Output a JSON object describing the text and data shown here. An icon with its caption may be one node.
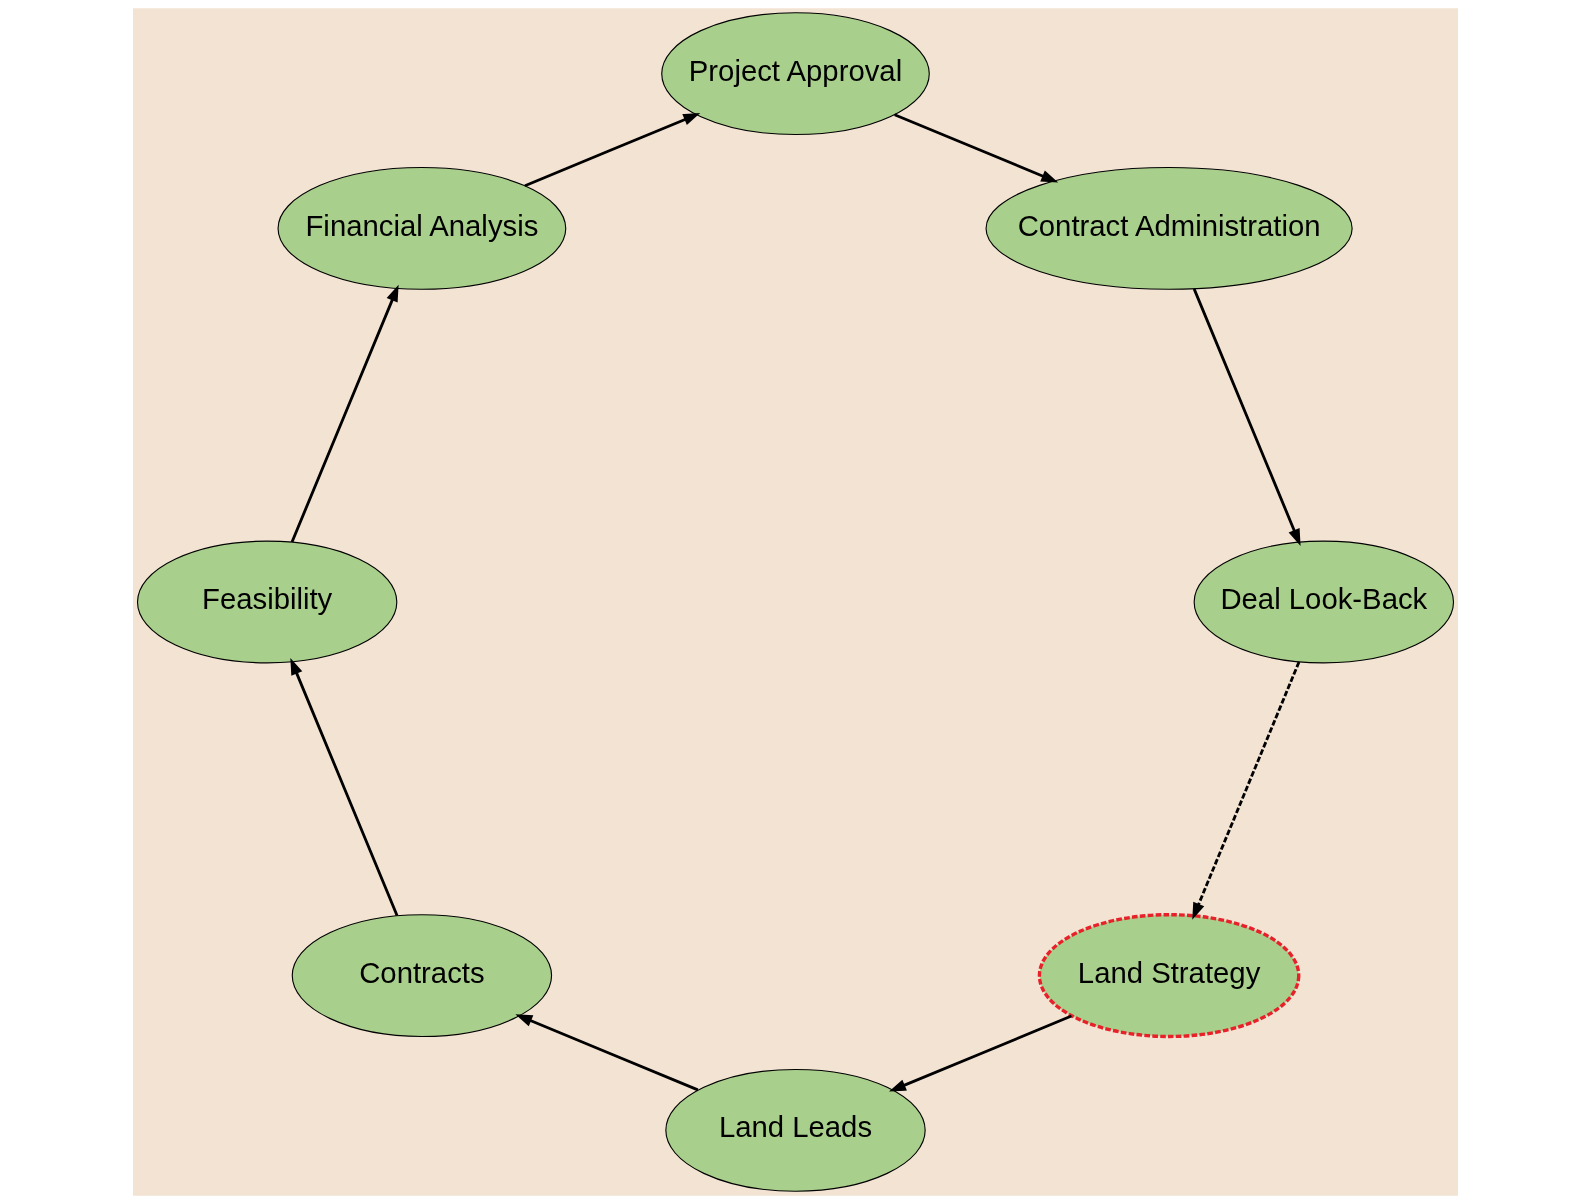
{
  "diagram": {
    "nodes": [
      {
        "text": [
          "Land Strategy"
        ]
      },
      {
        "text": [
          "Land Leads"
        ]
      },
      {
        "text": [
          "Contracts"
        ]
      },
      {
        "text": [
          "Feasibility"
        ]
      },
      {
        "text": [
          "Financial Analysis"
        ]
      },
      {
        "text": [
          "Project Approval"
        ]
      },
      {
        "text": [
          "Contract Administration"
        ]
      },
      {
        "text": [
          "Deal Look-Back"
        ]
      }
    ],
    "edges": [
      {
        "from": 0,
        "to": 1,
        "arrow": "to"
      },
      {
        "from": 1,
        "to": 2,
        "arrow": "to"
      },
      {
        "from": 2,
        "to": 3,
        "arrow": "to"
      },
      {
        "from": 3,
        "to": 4,
        "arrow": "to"
      },
      {
        "from": 4,
        "to": 5,
        "arrow": "to"
      },
      {
        "from": 5,
        "to": 6,
        "arrow": "to"
      },
      {
        "from": 6,
        "to": 7,
        "arrow": "to"
      },
      {
        "from": 7,
        "to": 0,
        "arrow": "to",
        "style": "dashed"
      }
    ]
  }
}
